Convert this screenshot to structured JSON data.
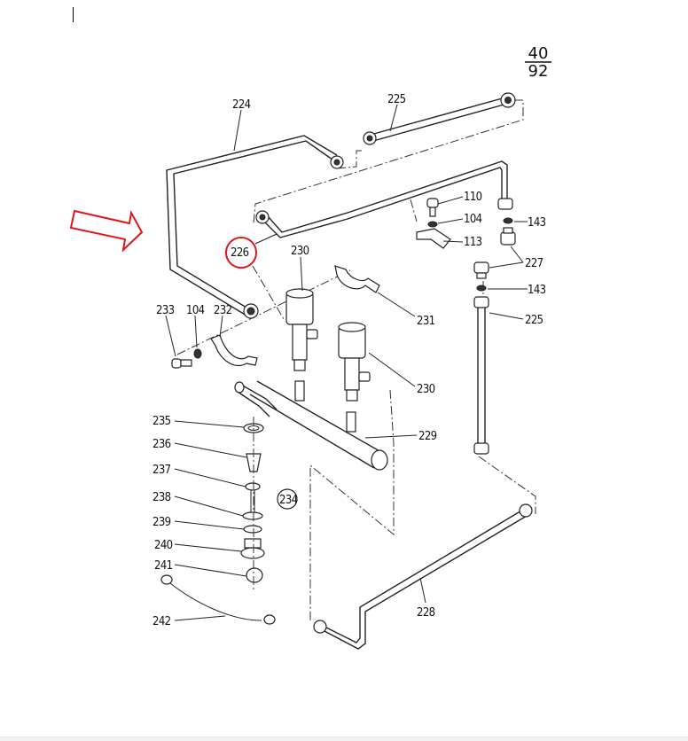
{
  "page_number": {
    "numerator": "40",
    "denominator": "92"
  },
  "highlight": {
    "part": "226",
    "color": "#e0151b"
  },
  "pointer_arrow": {
    "color": "#e0151b",
    "direction": "right"
  },
  "labels": {
    "p224": "224",
    "p225_top": "225",
    "p110": "110",
    "p104_right": "104",
    "p143_top": "143",
    "p113": "113",
    "p227": "227",
    "p143_bottom": "143",
    "p225_right": "225",
    "p226": "226",
    "p230_top": "230",
    "p233": "233",
    "p104_left": "104",
    "p232": "232",
    "p231": "231",
    "p230_right": "230",
    "p229": "229",
    "p235": "235",
    "p236": "236",
    "p237": "237",
    "p234": "234",
    "p238": "238",
    "p239": "239",
    "p240": "240",
    "p241": "241",
    "p242": "242",
    "p228": "228"
  }
}
